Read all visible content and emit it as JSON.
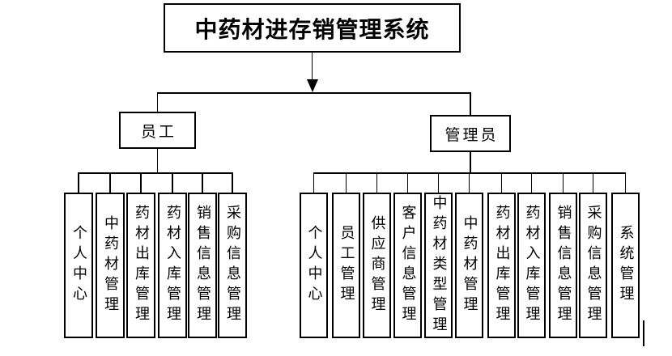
{
  "diagram": {
    "title": "中药材进存销管理系统",
    "branches": [
      {
        "label": "员工",
        "children": [
          "个人中心",
          "中药材管理",
          "药材出库管理",
          "药材入库管理",
          "销售信息管理",
          "采购信息管理"
        ]
      },
      {
        "label": "管理员",
        "children": [
          "个人中心",
          "员工管理",
          "供应商管理",
          "客户信息管理",
          "中药材类型管理",
          "中药材管理",
          "药材出库管理",
          "药材入库管理",
          "销售信息管理",
          "采购信息管理",
          "系统管理"
        ]
      }
    ],
    "colors": {
      "background": "#ffffff",
      "line": "#000000",
      "text": "#000000",
      "box_border": "#000000"
    }
  }
}
